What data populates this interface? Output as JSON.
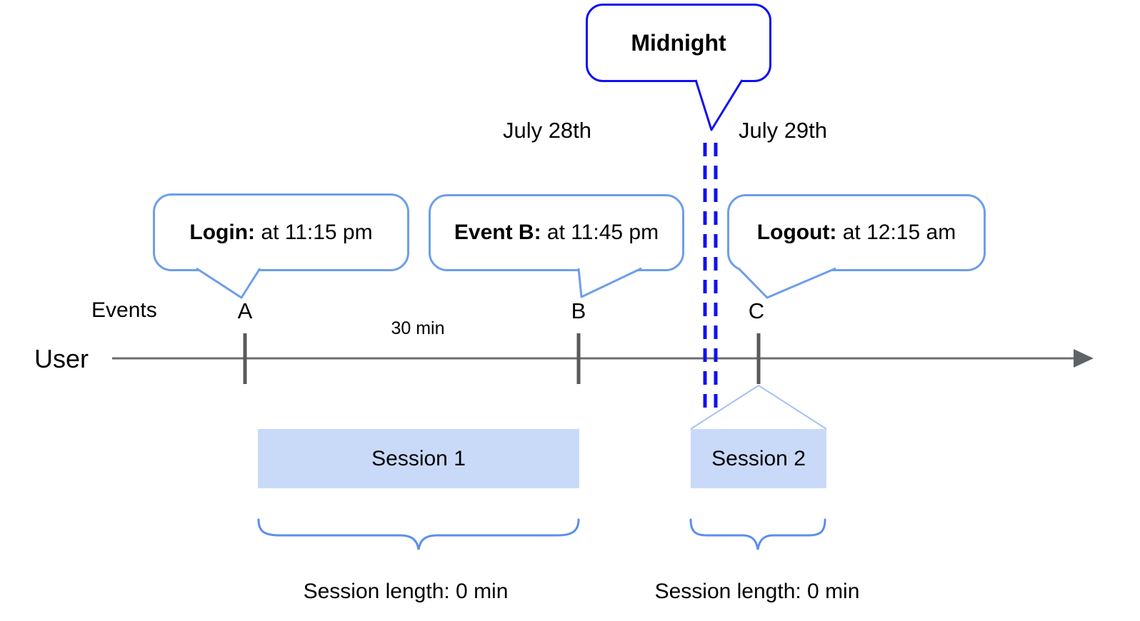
{
  "midnight_callout": {
    "label": "Midnight"
  },
  "date_labels": {
    "before_midnight": "July 28th",
    "after_midnight": "July 29th"
  },
  "axis": {
    "events_label": "Events",
    "user_label": "User",
    "interval_label": "30 min"
  },
  "events": [
    {
      "letter": "A",
      "callout_title": "Login:",
      "callout_detail": " at 11:15 pm"
    },
    {
      "letter": "B",
      "callout_title": "Event B:",
      "callout_detail": " at 11:45 pm"
    },
    {
      "letter": "C",
      "callout_title": "Logout:",
      "callout_detail": " at 12:15 am"
    }
  ],
  "sessions": [
    {
      "label": "Session 1",
      "length_label": "Session length: 0 min"
    },
    {
      "label": "Session 2",
      "length_label": "Session length: 0 min"
    }
  ],
  "colors": {
    "callout_border": "#6d9eeb",
    "midnight_border": "#1111ee",
    "midnight_dash_line": "#1111ee",
    "session_fill": "#c9daf8",
    "funnel_line": "#a4c2f4",
    "brace": "#5b8ef0",
    "axis_line": "#6e6e6e",
    "event_tick": "#595959",
    "text": "#000000"
  }
}
